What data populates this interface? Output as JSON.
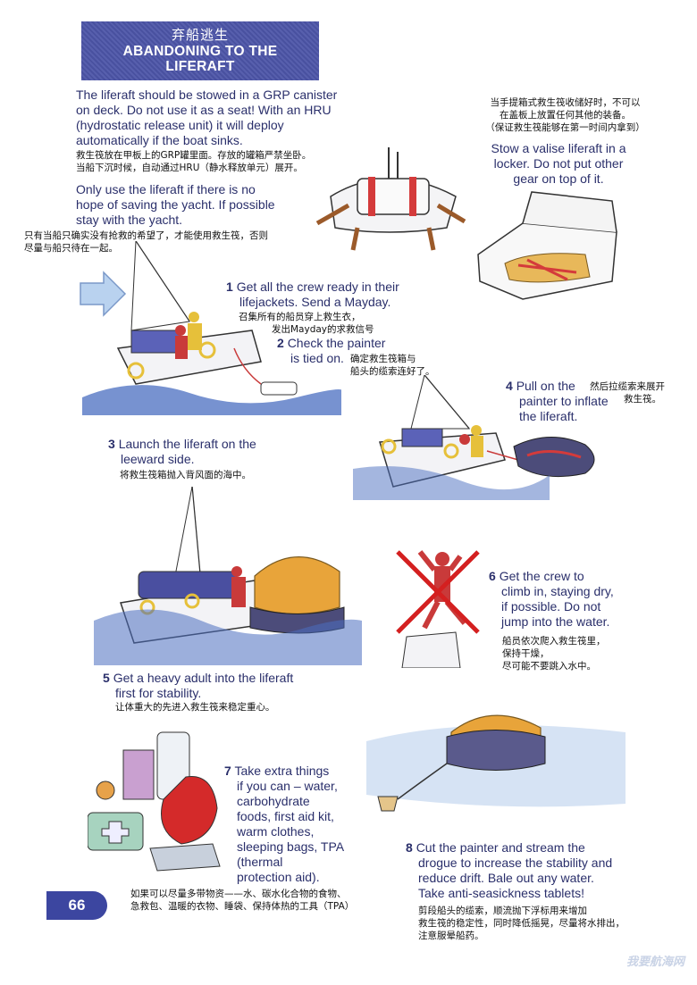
{
  "title": {
    "cn": "弃船逃生",
    "en_line1": "ABANDONING TO THE",
    "en_line2": "LIFERAFT"
  },
  "intro": {
    "en1": [
      "The liferaft should be stowed in a GRP canister",
      "on deck. Do not use it as a seat! With an HRU",
      "(hydrostatic release unit) it will deploy",
      "automatically if the boat sinks."
    ],
    "cn1": [
      "救生筏放在甲板上的GRP罐里面。存放的罐箱严禁坐卧。",
      "当船下沉时候，自动通过HRU（静水释放单元）展开。"
    ],
    "en2": [
      "Only use the liferaft if there is no",
      "hope of saving the yacht. If possible",
      "stay with the yacht."
    ],
    "cn2": [
      "只有当船只确实没有抢救的希望了，才能使用救生筏，否则",
      "尽量与船只待在一起。"
    ]
  },
  "valise": {
    "cn": [
      "当手提箱式救生筏收储好时，不可以",
      "在盖板上放置任何其他的装备。",
      "（保证救生筏能够在第一时间内拿到）"
    ],
    "en": [
      "Stow a valise liferaft in a",
      "locker. Do not put other",
      "gear on top of it."
    ]
  },
  "steps": {
    "s1": {
      "num": "1",
      "en": [
        "Get all the crew ready in their",
        "lifejackets. Send a Mayday."
      ],
      "cn": [
        "召集所有的船员穿上救生衣，",
        "发出Mayday的求救信号"
      ]
    },
    "s2": {
      "num": "2",
      "en": [
        "Check the painter",
        "is tied on."
      ],
      "cn": [
        "确定救生筏箱与",
        "船头的缆索连好了。"
      ]
    },
    "s3": {
      "num": "3",
      "en": [
        "Launch the liferaft on the",
        "leeward side."
      ],
      "cn": [
        "将救生筏箱抛入背风面的海中。"
      ]
    },
    "s4": {
      "num": "4",
      "en": [
        "Pull on the",
        "painter to inflate",
        "the liferaft."
      ],
      "cn": [
        "然后拉缆索来展开",
        "救生筏。"
      ]
    },
    "s5": {
      "num": "5",
      "en": [
        "Get a heavy adult into the liferaft",
        "first for stability."
      ],
      "cn": [
        "让体重大的先进入救生筏来稳定重心。"
      ]
    },
    "s6": {
      "num": "6",
      "en": [
        "Get the crew to",
        "climb in, staying dry,",
        "if possible. Do not",
        "jump into the water."
      ],
      "cn": [
        "船员依次爬入救生筏里，",
        "保持干燥，",
        "尽可能不要跳入水中。"
      ]
    },
    "s7": {
      "num": "7",
      "en": [
        "Take extra things",
        "if you can – water,",
        "carbohydrate",
        "foods, first aid kit,",
        "warm clothes,",
        "sleeping bags, TPA",
        "(thermal",
        "protection aid)."
      ],
      "cn": [
        "如果可以尽量多带物资——水、碳水化合物的食物、",
        "急救包、温暖的衣物、睡袋、保持体热的工具（TPA）"
      ]
    },
    "s8": {
      "num": "8",
      "en": [
        "Cut the painter and stream the",
        "drogue to increase the stability and",
        "reduce drift. Bale out any water.",
        "Take anti-seasickness tablets!"
      ],
      "cn": [
        "剪段船头的缆索，顺流抛下浮标用来增加",
        "救生筏的稳定性，同时降低摇晃，尽量将水排出，",
        "注意服晕船药。"
      ]
    }
  },
  "page_number": "66",
  "watermark": "我要航海网",
  "colors": {
    "title_bg": "#4d55a8",
    "text": "#2a2f6b",
    "raft_orange": "#e8a43a",
    "water": "#4a6ec0"
  }
}
